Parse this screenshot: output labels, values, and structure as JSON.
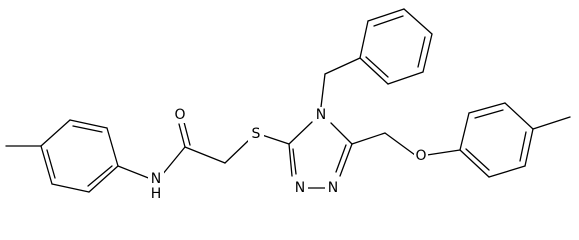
{
  "diagram": {
    "kind": "chemical-structure",
    "line_color": "#000000",
    "background": "#ffffff",
    "atom_labels": {
      "oxygen_carbonyl": "O",
      "amide_nitrogen": "N",
      "amide_hydrogen": "H",
      "sulfur": "S",
      "ring_nitrogen_4": "N",
      "ring_nitrogen_1": "N",
      "ring_nitrogen_2": "N",
      "ether_oxygen": "O"
    }
  }
}
